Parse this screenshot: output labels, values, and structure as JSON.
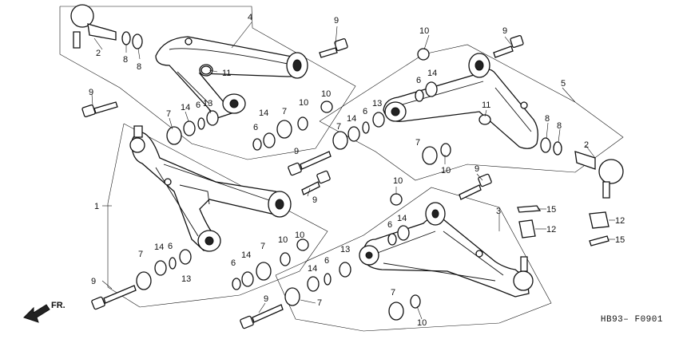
{
  "diagram": {
    "code": "HB93– F0901",
    "direction_label": "FR.",
    "callouts": {
      "upper_arm_left": "4",
      "upper_arm_right": "5",
      "lower_arm_left": "1",
      "lower_arm_right": "3",
      "ball_joint": "2",
      "washer": "8",
      "bushing_collar": "7",
      "washer_14": "14",
      "o_ring": "6",
      "seal_13": "13",
      "bolt": "9",
      "nut": "10",
      "cap": "11",
      "castle_nut": "12",
      "cotter_pin": "15"
    }
  }
}
